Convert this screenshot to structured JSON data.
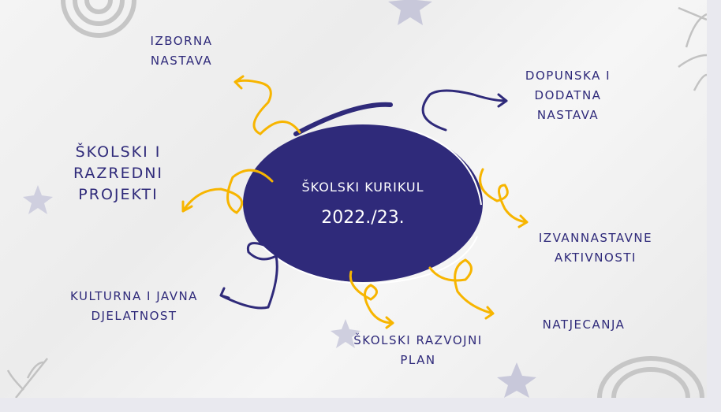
{
  "title": "ŠKOLSKI KURIKUL",
  "year": "2022./23.",
  "branches": [
    {
      "id": "izborna",
      "lines": [
        "IZBORNA",
        "NASTAVA"
      ]
    },
    {
      "id": "dopunska",
      "lines": [
        "DOPUNSKA I",
        "DODATNA",
        "NASTAVA"
      ]
    },
    {
      "id": "projekti",
      "lines": [
        "ŠKOLSKI I",
        "RAZREDNI",
        "PROJEKTI"
      ]
    },
    {
      "id": "izvannastavne",
      "lines": [
        "IZVANNASTAVNE",
        "AKTIVNOSTI"
      ]
    },
    {
      "id": "kulturna",
      "lines": [
        "KULTURNA I JAVNA",
        "DJELATNOST"
      ]
    },
    {
      "id": "natjecanja",
      "lines": [
        "NATJECANJA"
      ]
    },
    {
      "id": "razvojni",
      "lines": [
        "ŠKOLSKI RAZVOJNI",
        "PLAN"
      ]
    }
  ],
  "colors": {
    "primary": "#2f2a7a",
    "accent": "#f7b500",
    "background": "#f0f0f0",
    "decor": "#c4c4c4",
    "star": "#c8c8d8"
  }
}
